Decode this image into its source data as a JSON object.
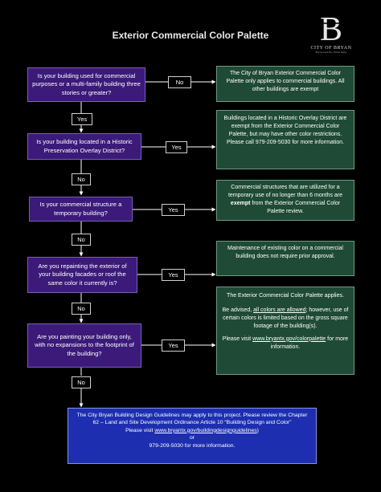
{
  "header": {
    "title": "Exterior Commercial Color Palette",
    "logo": {
      "name": "CITY OF BRYAN",
      "tagline": "The Good Life, Texas Style.",
      "icon": "city-of-bryan-b-monogram"
    }
  },
  "questions": [
    {
      "text": "Is your building used for commercial purposes or a multi-family building three stories or greater?"
    },
    {
      "text": "Is your building located in a Historic Preservation Overlay District?"
    },
    {
      "text": "Is your commercial structure a temporary building?"
    },
    {
      "text": "Are you repainting the exterior of your building facades or roof the same color it currently is?"
    },
    {
      "text": "Are you painting your building only, with no expansions to the footprint of the building?"
    }
  ],
  "outcomes": [
    {
      "text": "The City of Bryan Exterior Commercial Color Palette only applies to commercial buildings. All other buildings are exempt"
    },
    {
      "text": "Buildings located in a Historic Overlay District are exempt from the Exterior Commercial Color Palette, but may have other color restrictions. Please call 979-209-5030 for more information."
    },
    {
      "text_pre": "Commercial structures that are utilized for a temporary use of no longer than 6 months are ",
      "text_bold": "exempt",
      "text_post": " from the Exterior Commercial Color Palette review."
    },
    {
      "text": "Maintenance of existing color on a commercial building does not require prior approval."
    },
    {
      "line1": "The Exterior Commercial Color Palette applies.",
      "line2_pre": "Be advised, ",
      "line2_underline": "all colors are allowed",
      "line2_post": "; however, use of certain colors is limited based on the gross square footage of the building(s).",
      "line3_pre": "Please visit ",
      "line3_link": "www.bryantx.gov/colorpalette",
      "line3_post": " for more information."
    }
  ],
  "arrow_labels": {
    "no": "No",
    "yes": "Yes"
  },
  "final_box": {
    "line1": "The City Bryan Building Design Guidelines may apply to this project. Please review the Chapter 62 – Land and Site Development Ordinance Article 10 “Building Design and Color”",
    "line2_pre": "Please visit ",
    "line2_link": "www.bryantx.gov/buildingdesignguidelines",
    "line2_post": ")",
    "line3": "or",
    "line4": "979-209-5030 for more information."
  },
  "colors": {
    "question_fill": "#3b1a7a",
    "outcome_fill": "#1f4a36",
    "final_fill": "#1d2fb0",
    "connector": "#ffffff"
  }
}
